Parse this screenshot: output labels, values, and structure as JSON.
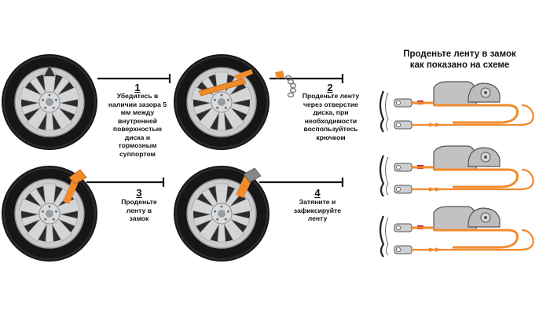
{
  "title": {
    "line1": "Проденьте ленту в замок",
    "line2": "как  показано  на  схеме"
  },
  "steps": [
    {
      "number": "1",
      "lines": [
        "Убедитесь в",
        "наличии зазора 5",
        "мм между",
        "внутренней",
        "поверхностью",
        "диска и",
        "тормозным",
        "суппортом"
      ]
    },
    {
      "number": "2",
      "lines": [
        "Проденьте ленту",
        "через отверстие",
        "диска, при",
        "необходимости",
        "воспользуйтесь",
        "крючком"
      ]
    },
    {
      "number": "3",
      "lines": [
        "Проденьте",
        "ленту в",
        "замок"
      ]
    },
    {
      "number": "4",
      "lines": [
        "Затяните и",
        "зафиксируйте",
        "ленту"
      ]
    }
  ],
  "colors": {
    "strap": "#f08a2c",
    "tire": "#161616",
    "rim": "#c9cbcd",
    "ratchet": "#c2c2c2"
  }
}
